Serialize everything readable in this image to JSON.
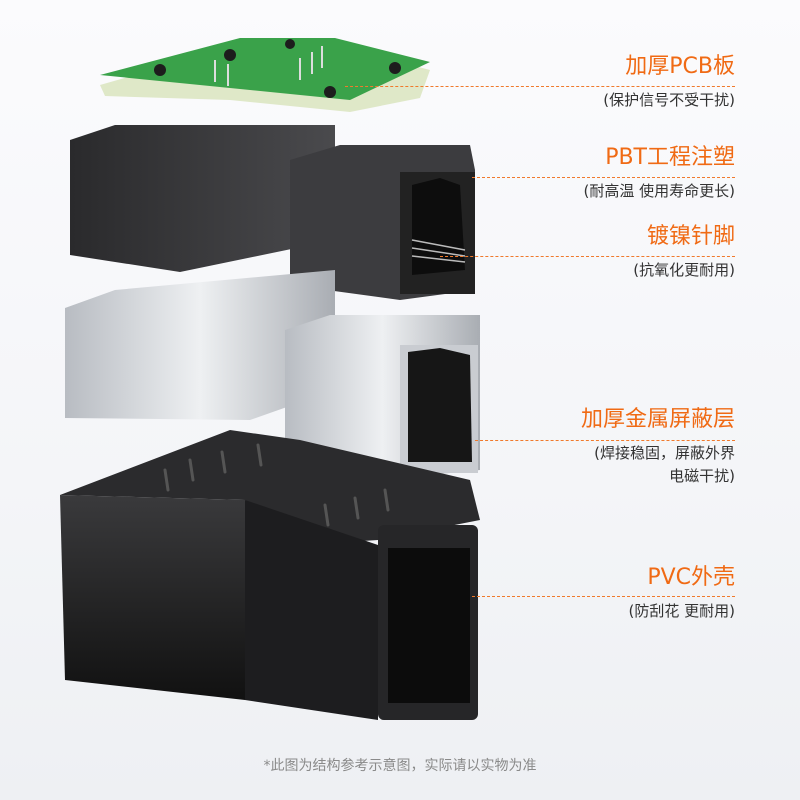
{
  "callouts": [
    {
      "title": "加厚PCB板",
      "sub": [
        "(保护信号不受干扰)"
      ]
    },
    {
      "title": "PBT工程注塑",
      "sub": [
        "(耐高温 使用寿命更长)"
      ]
    },
    {
      "title": "镀镍针脚",
      "sub": [
        "(抗氧化更耐用)"
      ]
    },
    {
      "title": "加厚金属屏蔽层",
      "sub": [
        "(焊接稳固，屏蔽外界",
        "电磁干扰)"
      ]
    },
    {
      "title": "PVC外壳",
      "sub": [
        "(防刮花 更耐用)"
      ]
    }
  ],
  "footnote": "*此图为结构参考示意图，实际请以实物为准",
  "colors": {
    "accent": "#f06a14",
    "pcb": "#3aa24a"
  }
}
